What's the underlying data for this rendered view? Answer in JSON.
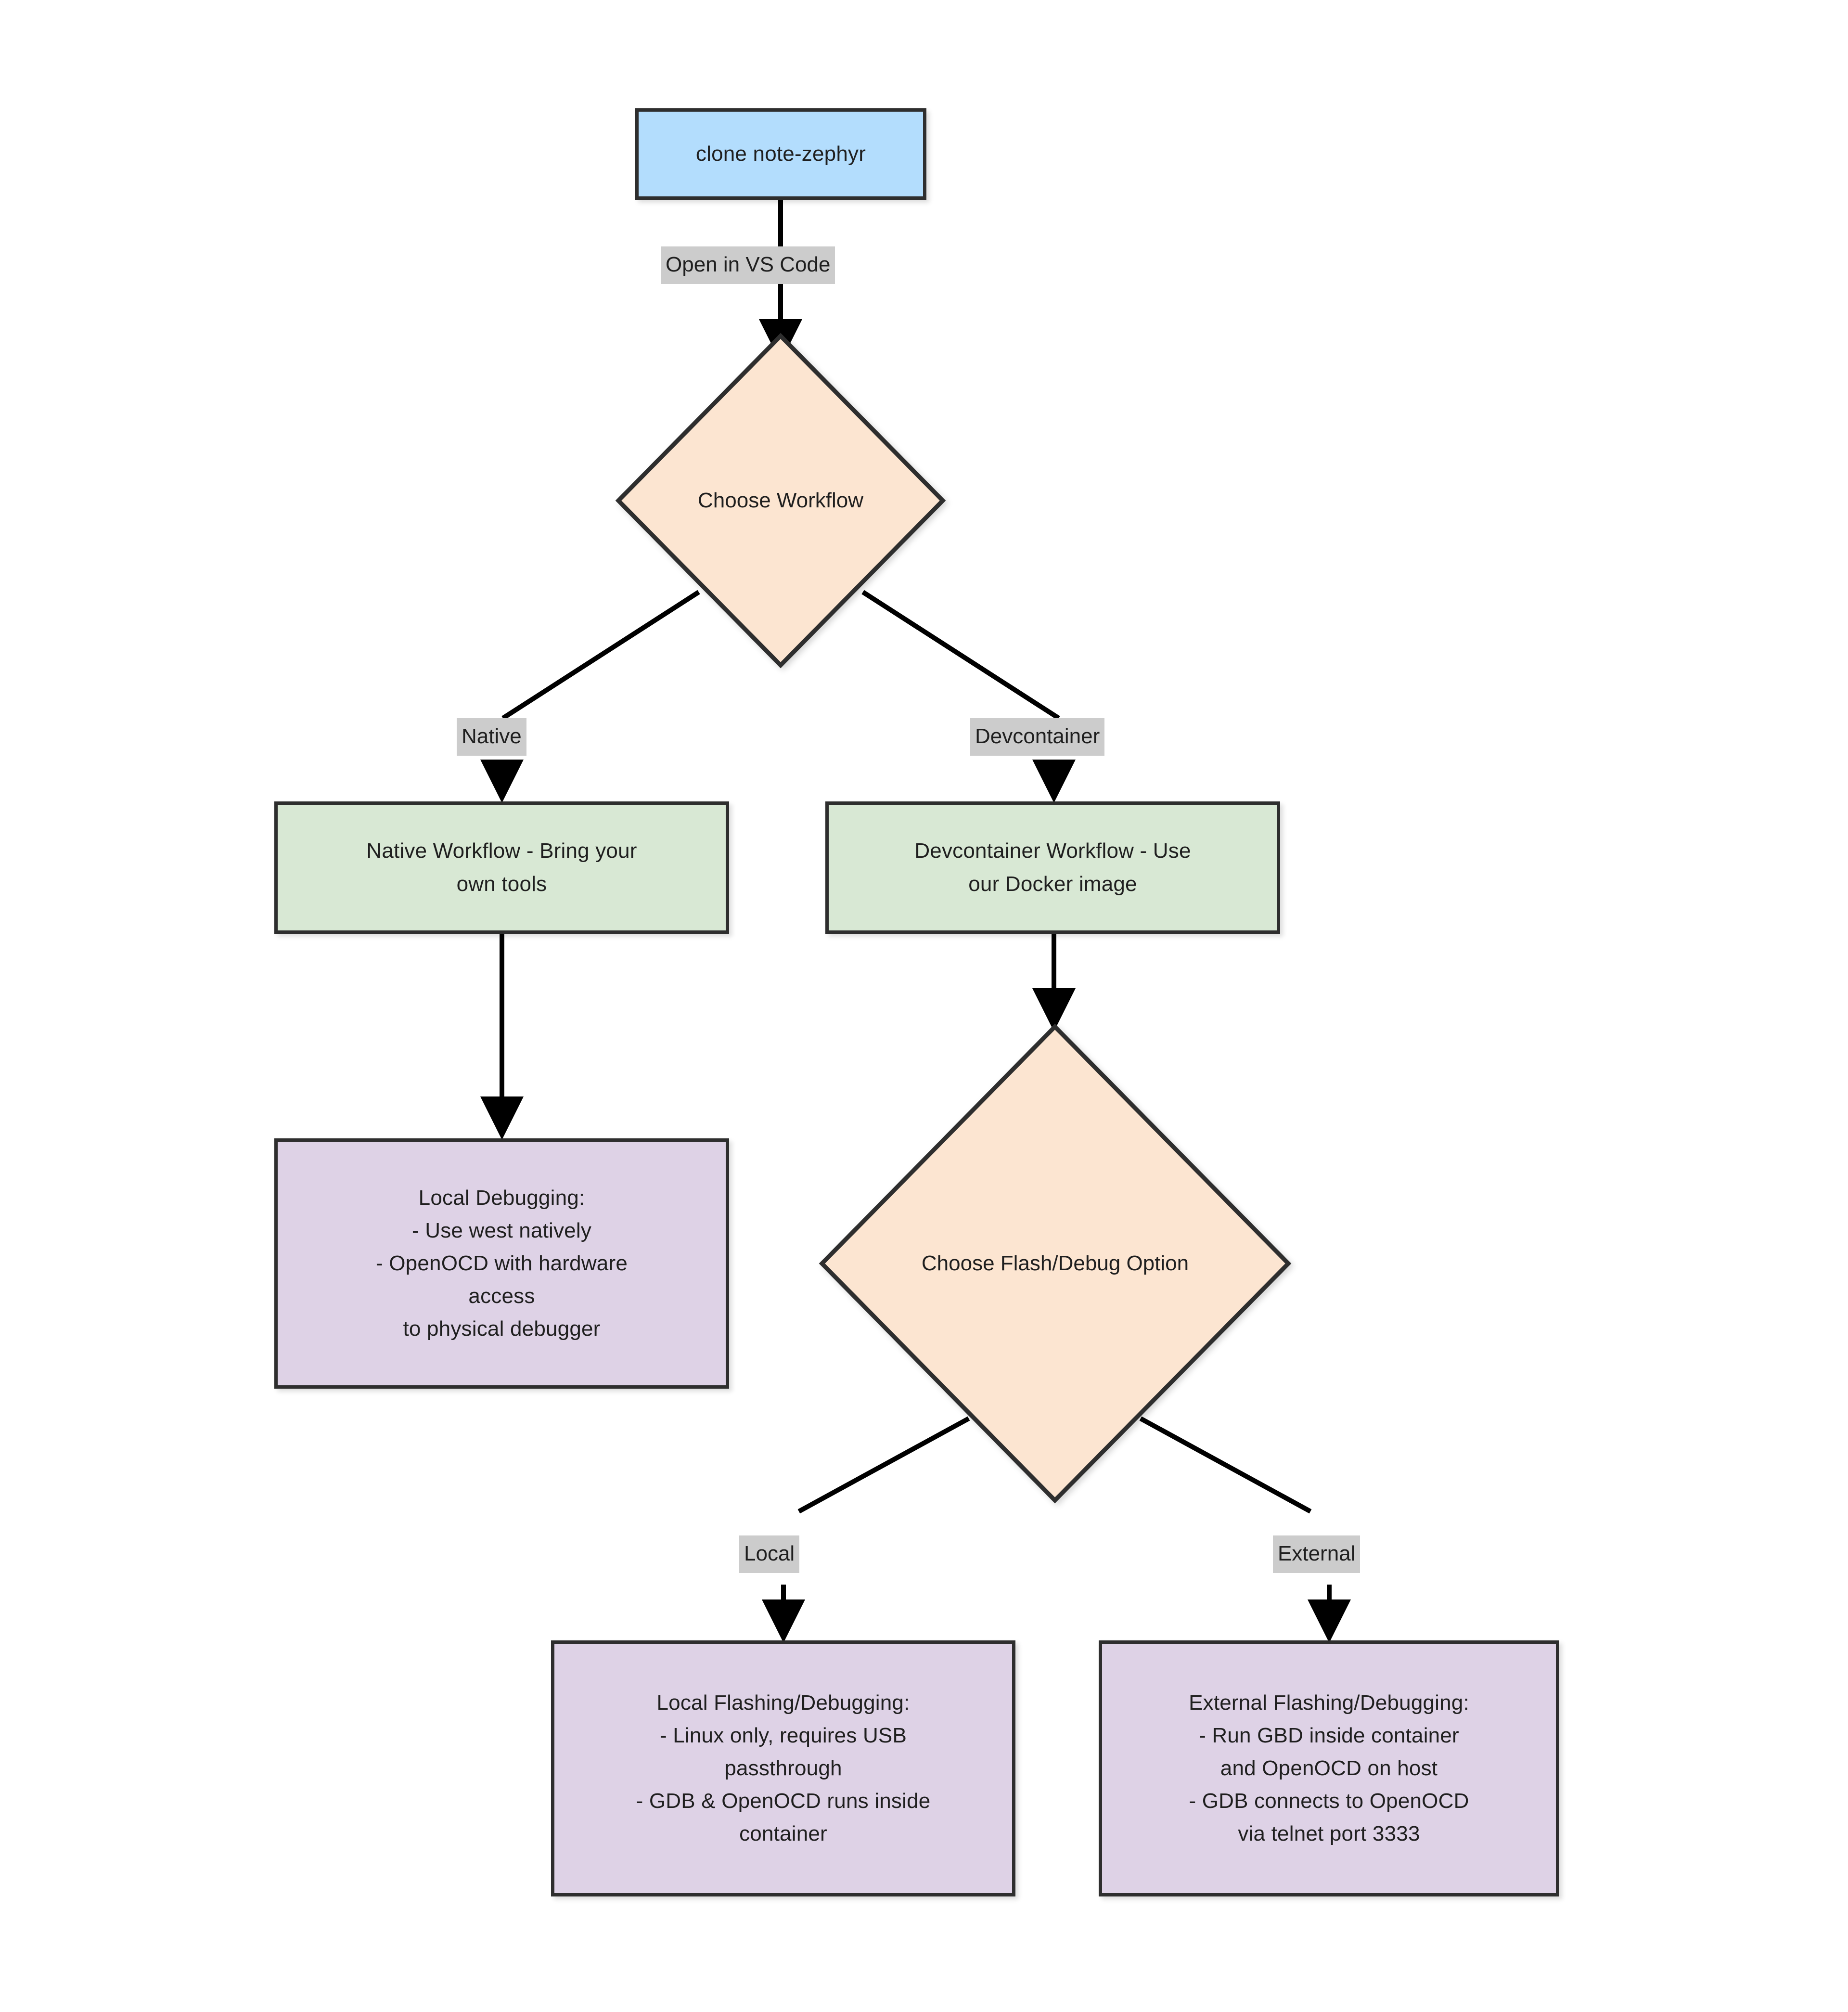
{
  "diagram": {
    "title": "note-zephyr development workflow decision flowchart",
    "type": "flowchart",
    "direction": "top-down",
    "palette": {
      "start_fill": "#b3ddfd",
      "decision_fill": "#fce5d1",
      "workflow_fill": "#d8e8d4",
      "outcome_fill": "#ded2e6",
      "node_stroke": "#2e2e2e",
      "edge_stroke": "#000000",
      "edge_label_bg": "#cccccc",
      "text_color": "#1f1f1f",
      "background": "#ffffff"
    }
  },
  "nodes": {
    "start": {
      "id": "clone",
      "label": "clone note-zephyr",
      "shape": "rectangle",
      "fill": "#b3ddfd"
    },
    "decision_workflow": {
      "id": "choose-workflow",
      "label": "Choose Workflow",
      "shape": "diamond",
      "fill": "#fce5d1"
    },
    "native_workflow": {
      "id": "native-workflow",
      "label": "Native Workflow - Bring your\nown tools",
      "shape": "rectangle",
      "fill": "#d8e8d4"
    },
    "devcontainer_workflow": {
      "id": "devcontainer-workflow",
      "label": "Devcontainer Workflow - Use\nour Docker image",
      "shape": "rectangle",
      "fill": "#d8e8d4"
    },
    "local_debugging": {
      "id": "local-debugging",
      "label": "Local Debugging:\n- Use west natively\n- OpenOCD with hardware\naccess\nto physical debugger",
      "shape": "rectangle",
      "fill": "#ded2e6"
    },
    "decision_flash": {
      "id": "choose-flash-debug-option",
      "label": "Choose Flash/Debug Option",
      "shape": "diamond",
      "fill": "#fce5d1"
    },
    "local_flashing": {
      "id": "local-flashing-debugging",
      "label": "Local Flashing/Debugging:\n- Linux only, requires USB\npassthrough\n- GDB & OpenOCD runs inside\ncontainer",
      "shape": "rectangle",
      "fill": "#ded2e6"
    },
    "external_flashing": {
      "id": "external-flashing-debugging",
      "label": "External Flashing/Debugging:\n- Run GBD inside container\nand OpenOCD on host\n- GDB connects to OpenOCD\nvia telnet port 3333",
      "shape": "rectangle",
      "fill": "#ded2e6"
    }
  },
  "edges": [
    {
      "from": "clone",
      "to": "choose-workflow",
      "label": "Open in VS Code"
    },
    {
      "from": "choose-workflow",
      "to": "native-workflow",
      "label": "Native"
    },
    {
      "from": "choose-workflow",
      "to": "devcontainer-workflow",
      "label": "Devcontainer"
    },
    {
      "from": "native-workflow",
      "to": "local-debugging",
      "label": ""
    },
    {
      "from": "devcontainer-workflow",
      "to": "choose-flash-debug-option",
      "label": ""
    },
    {
      "from": "choose-flash-debug-option",
      "to": "local-flashing-debugging",
      "label": "Local"
    },
    {
      "from": "choose-flash-debug-option",
      "to": "external-flashing-debugging",
      "label": "External"
    }
  ],
  "edge_labels": {
    "open_in_vs_code": "Open in VS Code",
    "native": "Native",
    "devcontainer": "Devcontainer",
    "local": "Local",
    "external": "External"
  }
}
